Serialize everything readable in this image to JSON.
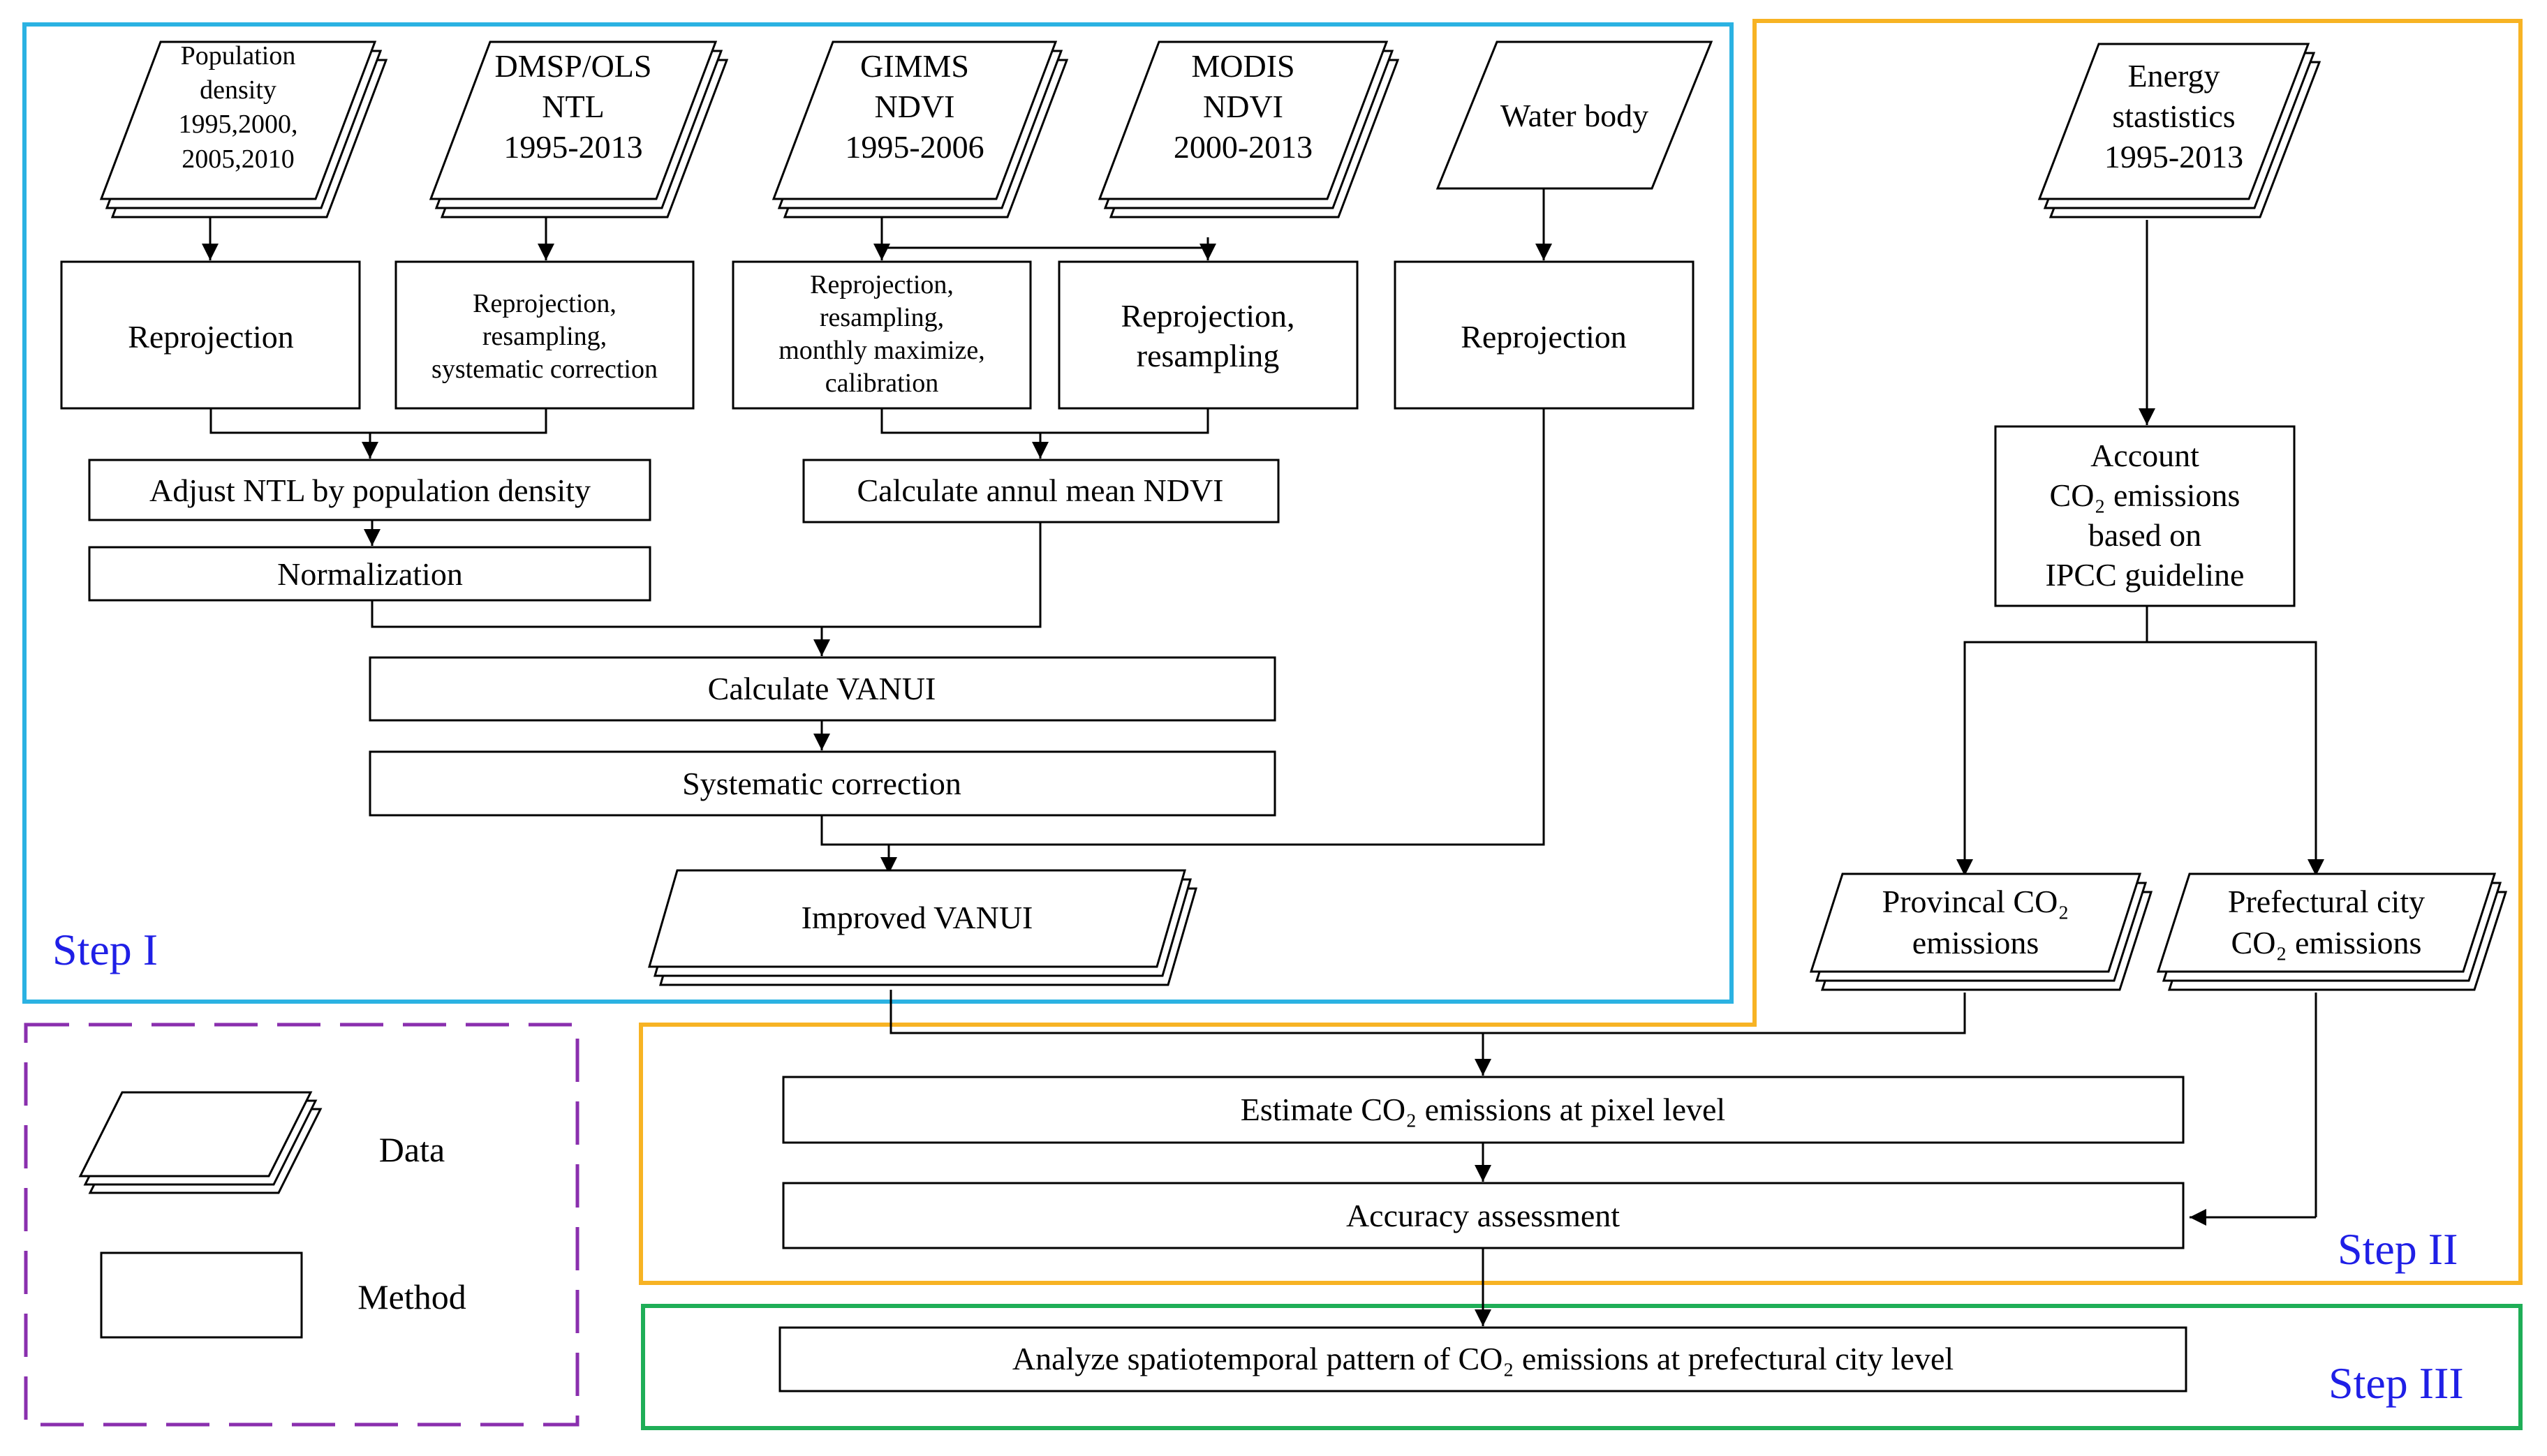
{
  "colors": {
    "step1_frame": "#2bb2e2",
    "step2_frame": "#f7b324",
    "step3_frame": "#1fae57",
    "legend_frame": "#8a2fae",
    "step_label": "#1f1fe6",
    "line": "#000000"
  },
  "steps": {
    "step1": "Step I",
    "step2": "Step II",
    "step3": "Step III"
  },
  "data_nodes": {
    "population": [
      "Population",
      "density",
      "1995,2000,",
      "2005,2010"
    ],
    "dmsp": [
      "DMSP/OLS",
      "NTL",
      "1995-2013"
    ],
    "gimms": [
      "GIMMS",
      "NDVI",
      "1995-2006"
    ],
    "modis": [
      "MODIS",
      "NDVI",
      "2000-2013"
    ],
    "water": [
      "Water body"
    ],
    "energy": [
      "Energy",
      "stastistics",
      "1995-2013"
    ],
    "vanui": [
      "Improved VANUI"
    ],
    "provincal": [
      "Provincal CO₂",
      "emissions"
    ],
    "prefectural": [
      "Prefectural city",
      "CO₂ emissions"
    ]
  },
  "method_nodes": {
    "reproj1": [
      "Reprojection"
    ],
    "reproj2": [
      "Reprojection,",
      "resampling,",
      "systematic correction"
    ],
    "reproj3": [
      "Reprojection,",
      "resampling,",
      "monthly maximize,",
      "calibration"
    ],
    "reproj4": [
      "Reprojection,",
      "resampling"
    ],
    "reproj5": [
      "Reprojection"
    ],
    "adjust_ntl": [
      "Adjust NTL by population density"
    ],
    "normalization": [
      "Normalization"
    ],
    "annual_ndvi": [
      "Calculate annul mean NDVI"
    ],
    "calc_vanui": [
      "Calculate VANUI"
    ],
    "sys_correction": [
      "Systematic correction"
    ],
    "account_co2": [
      "Account",
      "CO₂ emissions",
      "based on",
      "IPCC guideline"
    ],
    "estimate_co2": [
      "Estimate CO₂ emissions at pixel level"
    ],
    "accuracy": [
      "Accuracy assessment"
    ],
    "analyze": [
      "Analyze spatiotemporal pattern of CO₂ emissions at prefectural city level"
    ]
  },
  "legend": {
    "data_label": "Data",
    "method_label": "Method"
  }
}
